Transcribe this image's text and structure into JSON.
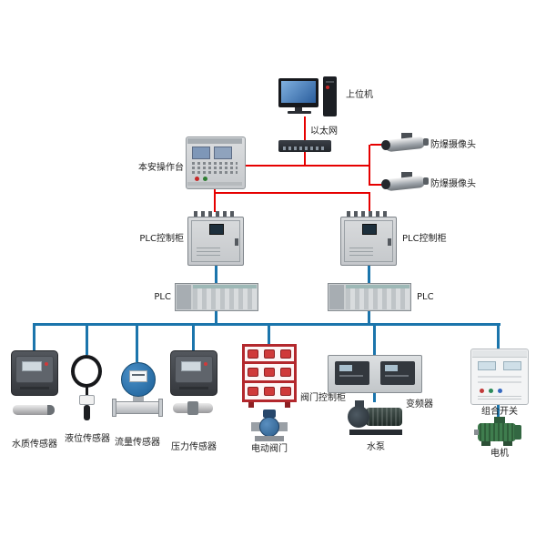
{
  "diagram": {
    "type": "industrial-control-system-architecture",
    "colors": {
      "red_line": "#e60000",
      "blue_line": "#1b75ac"
    },
    "nodes": {
      "host_computer": {
        "label": "上位机"
      },
      "ethernet": {
        "label": "以太网"
      },
      "safety_console": {
        "label": "本安操作台"
      },
      "camera_top": {
        "label": "防爆摄像头"
      },
      "camera_bottom": {
        "label": "防爆摄像头"
      },
      "plc_cabinet_left": {
        "label": "PLC控制柜"
      },
      "plc_cabinet_right": {
        "label": "PLC控制柜"
      },
      "plc_left": {
        "label": "PLC"
      },
      "plc_right": {
        "label": "PLC"
      },
      "water_quality_sensor": {
        "label": "水质传感器"
      },
      "level_sensor": {
        "label": "液位传感器"
      },
      "flow_sensor": {
        "label": "流量传感器"
      },
      "pressure_sensor": {
        "label": "压力传感器"
      },
      "valve_control_cabinet": {
        "label": "阀门控制柜"
      },
      "electric_valve": {
        "label": "电动阀门"
      },
      "vfd": {
        "label": "变频器"
      },
      "water_pump": {
        "label": "水泵"
      },
      "combination_switch": {
        "label": "组合开关"
      },
      "motor": {
        "label": "电机"
      }
    }
  }
}
